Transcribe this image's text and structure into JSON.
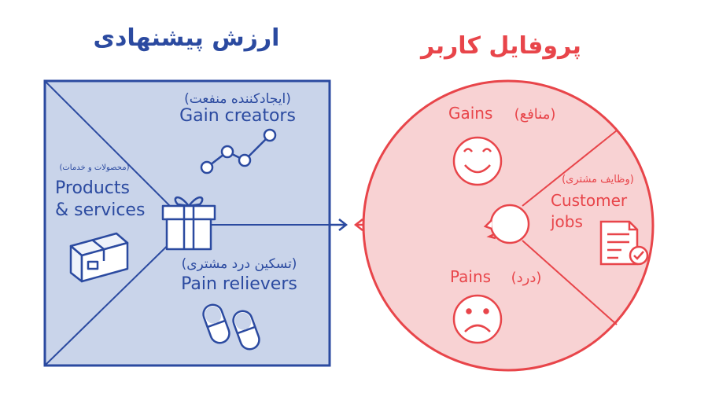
{
  "titles": {
    "value_proposition": "ارزش پیشنهادی",
    "customer_profile": "پروفایل کاربر"
  },
  "value_map": {
    "gain_creators_fa": "(ایجادکننده منفعت)",
    "gain_creators_en": "Gain creators",
    "products_fa": "(محصولات و خدمات)",
    "products_en_line1": "Products",
    "products_en_line2": "& services",
    "pain_relievers_fa": "(تسکین درد مشتری)",
    "pain_relievers_en": "Pain relievers"
  },
  "customer_profile": {
    "gains_en": "Gains",
    "gains_fa": "(منافع)",
    "jobs_fa": "(وظایف مشتری)",
    "jobs_en_line1": "Customer",
    "jobs_en_line2": "jobs",
    "pains_en": "Pains",
    "pains_fa": "(درد)"
  },
  "icons": {
    "gain_creators": "line-chart-icon",
    "products": "box-icon",
    "gift": "gift-icon",
    "pain_relievers": "pills-icon",
    "gains": "smiley-icon",
    "jobs": "checklist-document-icon",
    "pains": "sad-face-icon",
    "customer": "head-profile-icon"
  },
  "colors": {
    "blue": "#2b4aa0",
    "blue_fill": "#c9d4ea",
    "red": "#e8454a",
    "red_fill": "#f8d2d3"
  }
}
